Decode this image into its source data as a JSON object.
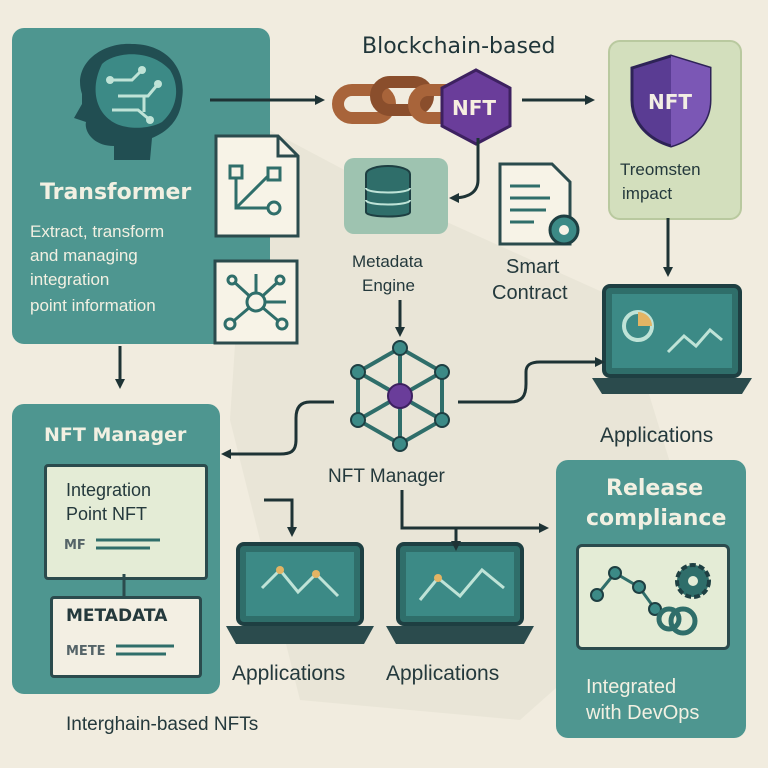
{
  "header": {
    "title": "Blockchain-based"
  },
  "transformer": {
    "title": "Transformer",
    "description": [
      "Extract, transform",
      "and managing",
      "integration",
      "point information"
    ]
  },
  "impact": {
    "icon_label": "NFT",
    "text": [
      "Treomsten",
      "impact"
    ]
  },
  "chain": {
    "badge": "NFT"
  },
  "metadata_engine": {
    "label": [
      "Metadata",
      "Engine"
    ]
  },
  "smart_contract": {
    "label": [
      "Smart",
      "Contract"
    ]
  },
  "nft_manager_panel": {
    "title": "NFT Manager",
    "card1": {
      "title": [
        "Integration",
        "Point NFT"
      ],
      "tag": "MF"
    },
    "card2": {
      "title": "METADATA",
      "tag": "METE"
    }
  },
  "center_hub": {
    "label": "NFT Manager"
  },
  "applications": {
    "right": "Applications",
    "bottom_left": "Applications",
    "bottom_center": "Applications"
  },
  "release": {
    "title": [
      "Release",
      "compliance"
    ],
    "footer": [
      "Integrated",
      "with DevOps"
    ]
  },
  "footer_label": "Interghain-based NFTs",
  "colors": {
    "background": "#f1ecdf",
    "teal_panel": "#4e9690",
    "teal_dark": "#2f6e6a",
    "light_green_panel": "#d3dfbd",
    "purple": "#6a3d9a",
    "chain_bronze": "#a8643a"
  }
}
